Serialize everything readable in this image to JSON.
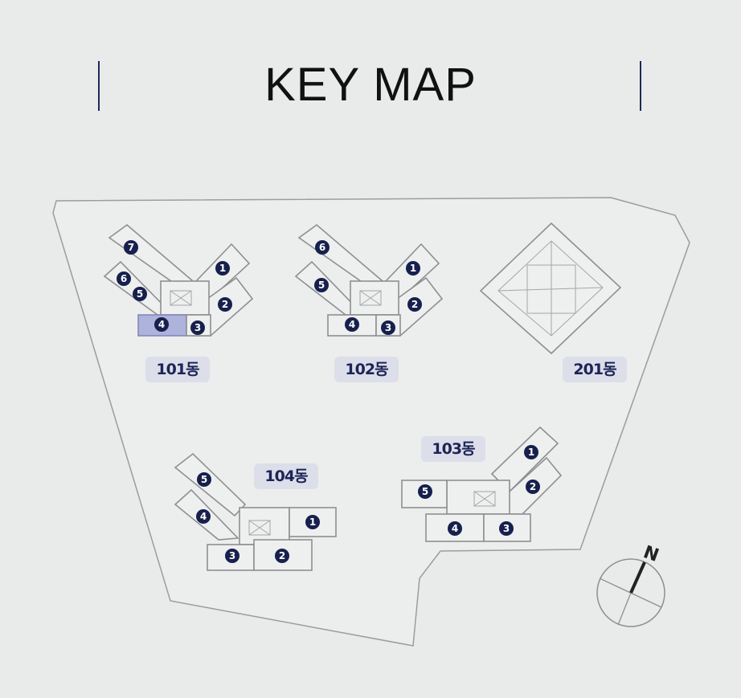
{
  "title": "KEY MAP",
  "colors": {
    "background": "#e9ebea",
    "badge": "#17204d",
    "highlight": "#aeb3dc",
    "label_bg": "#dcdee9"
  },
  "buildings": {
    "b101": {
      "label": "101동",
      "units": [
        "7",
        "6",
        "5",
        "4",
        "3",
        "1",
        "2"
      ],
      "highlighted_unit": "4"
    },
    "b102": {
      "label": "102동",
      "units": [
        "6",
        "5",
        "4",
        "3",
        "1",
        "2"
      ]
    },
    "b201": {
      "label": "201동"
    },
    "b104": {
      "label": "104동",
      "units": [
        "5",
        "4",
        "1",
        "3",
        "2"
      ]
    },
    "b103": {
      "label": "103동",
      "units": [
        "1",
        "2",
        "5",
        "4",
        "3"
      ]
    }
  },
  "compass": {
    "label": "N"
  }
}
